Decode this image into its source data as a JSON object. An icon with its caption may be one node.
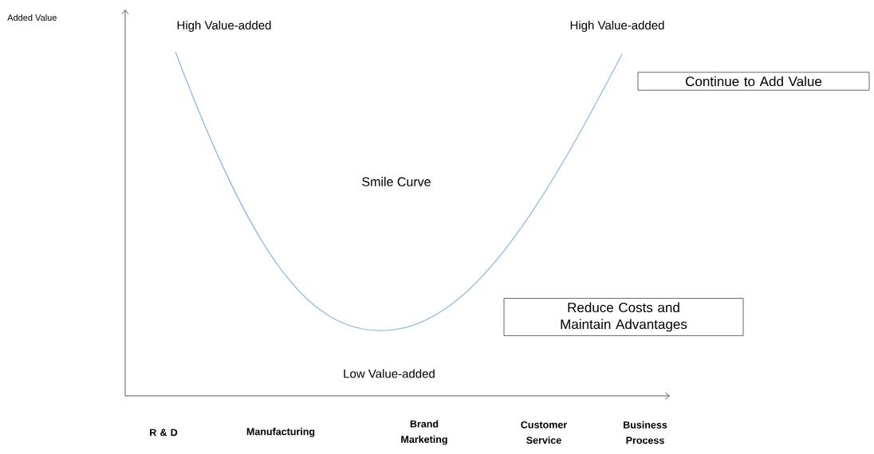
{
  "diagram": {
    "nodes": [
      {
        "text": [
          "Continue to Add Value"
        ]
      },
      {
        "text": [
          "Reduce Costs and Maintain Advantages"
        ]
      }
    ],
    "labels": [
      "Added Value",
      "High Value-added",
      "High Value-added",
      "Smile Curve",
      "Low Value-added",
      "R & D",
      "Manufacturing",
      "Brand Marketing",
      "Customer Service",
      "Business Process"
    ]
  }
}
